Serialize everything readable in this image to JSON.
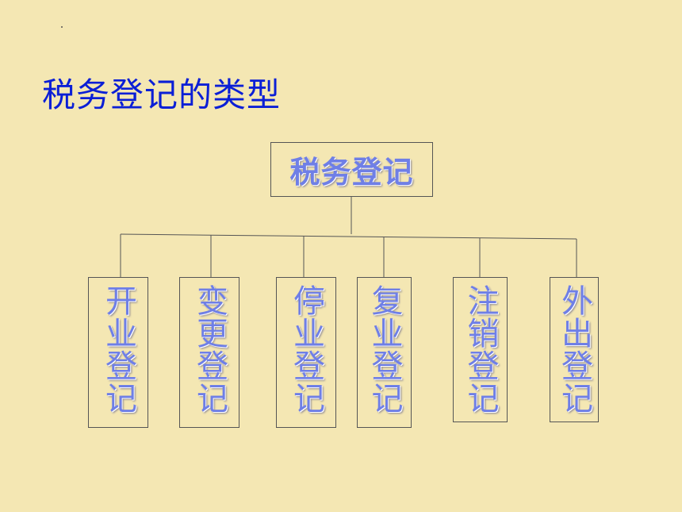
{
  "slide": {
    "title": "税务登记的类型"
  },
  "diagram": {
    "root": {
      "label": "税务登记"
    },
    "children": [
      {
        "label": "开业登记"
      },
      {
        "label": "变更登记"
      },
      {
        "label": "停业登记"
      },
      {
        "label": "复业登记"
      },
      {
        "label": "注销登记"
      },
      {
        "label": "外出登记"
      }
    ]
  },
  "colors": {
    "background": "#f4e7b3",
    "title": "#0b1fd6",
    "box_text": "#6f7fe6",
    "line": "#555555"
  }
}
